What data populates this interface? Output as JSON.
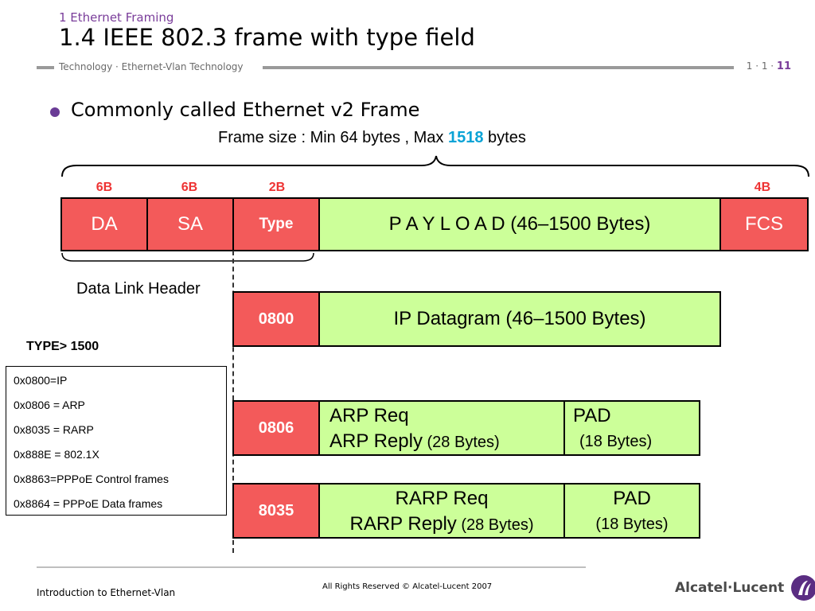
{
  "header": {
    "subtitle": "1 Ethernet Framing",
    "title": "1.4 IEEE 802.3 frame with type field",
    "breadcrumb": "Technology · Ethernet-Vlan Technology",
    "page_prefix": "1 · 1 · ",
    "page_number": "11"
  },
  "bullet": "Commonly called Ethernet v2 Frame",
  "frame_size": {
    "prefix": "Frame size : Min 64 bytes , Max ",
    "max": "1518",
    "suffix": " bytes"
  },
  "size_labels": {
    "da": "6B",
    "sa": "6B",
    "type": "2B",
    "fcs": "4B"
  },
  "frame": {
    "da": "DA",
    "sa": "SA",
    "type": "Type",
    "payload": "P A Y L O A D (46–1500 Bytes)",
    "fcs": "FCS"
  },
  "data_link_header": "Data Link Header",
  "type_note": {
    "label": "TYPE",
    "rest": "> 1500"
  },
  "type_list": [
    "0x0800=IP",
    "0x0806 = ARP",
    "0x8035 = RARP",
    "0x888E = 802.1X",
    "0x8863=PPPoE Control frames",
    "0x8864 = PPPoE Data frames"
  ],
  "ip_row": {
    "code": "0800",
    "label": "IP Datagram  (46–1500 Bytes)"
  },
  "arp_row": {
    "code": "0806",
    "line1": "ARP Req",
    "line2": "ARP Reply",
    "line2_small": " (28  Bytes)",
    "pad1": "PAD",
    "pad2": "(18  Bytes)"
  },
  "rarp_row": {
    "code": "8035",
    "line1": "RARP Req",
    "line2": "RARP Reply",
    "line2_small": " (28  Bytes)",
    "pad1": "PAD",
    "pad2": "(18  Bytes)"
  },
  "footer": {
    "left": "Introduction to Ethernet-Vlan",
    "center": "All Rights Reserved © Alcatel-Lucent 2007",
    "logo": "Alcatel·Lucent"
  },
  "colors": {
    "accent": "#7a3d9a",
    "red_field": "#f35a5a",
    "green_field": "#ccff99",
    "size_label": "#e33333",
    "max_value": "#0aa3d6"
  }
}
